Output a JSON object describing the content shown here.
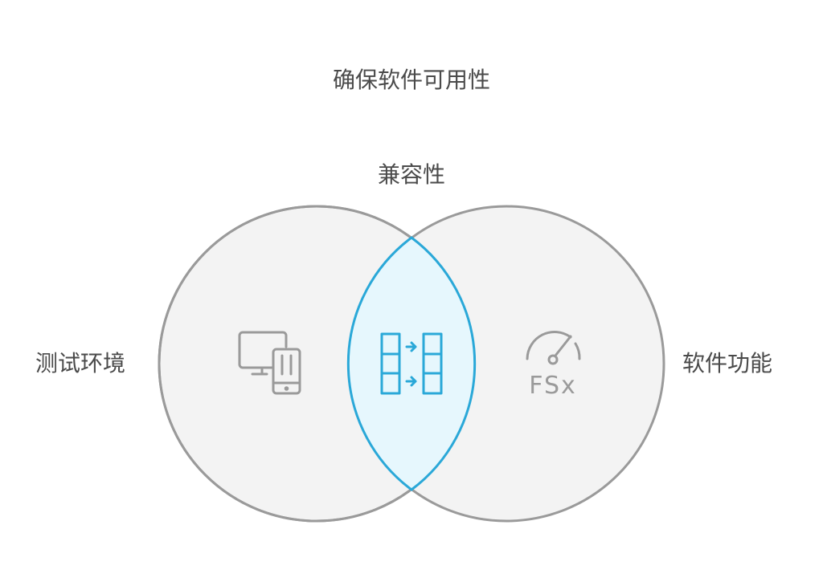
{
  "title": "确保软件可用性",
  "sets": {
    "left": {
      "label": "测试环境",
      "icon": "devices-icon"
    },
    "right": {
      "label": "软件功能",
      "icon": "gauge-fsx-icon",
      "icon_text": "FSx"
    },
    "overlap": {
      "label": "兼容性",
      "icon": "data-transfer-columns-icon"
    }
  },
  "colors": {
    "circle_fill": "#f3f3f3",
    "circle_stroke": "#9a9a9a",
    "overlap_fill": "#e6f7fd",
    "overlap_stroke": "#2aa8d8",
    "icon_gray": "#9a9a9a",
    "text": "#4a4a4a"
  }
}
